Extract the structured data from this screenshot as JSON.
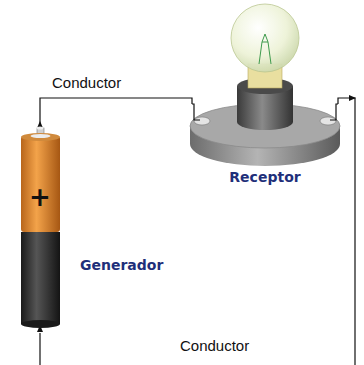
{
  "diagram": {
    "labels": [
      "Conductor",
      "Receptor",
      "+",
      "Generador",
      "Conductor"
    ]
  }
}
